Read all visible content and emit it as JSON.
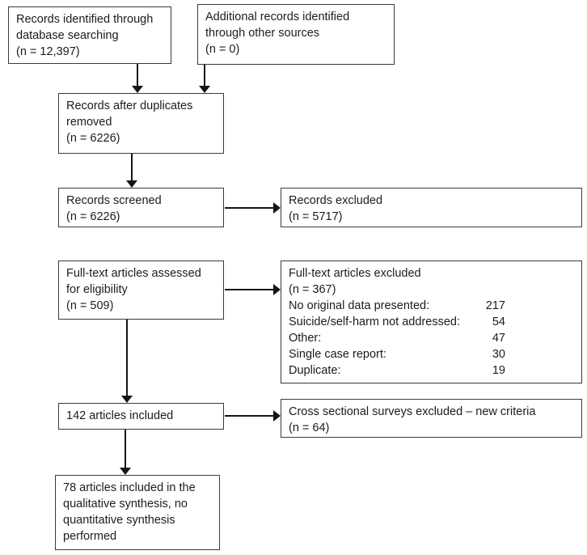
{
  "colors": {
    "background": "#ffffff",
    "box_border": "#3a3a3a",
    "text": "#1c1c1c",
    "arrow": "#151515"
  },
  "boxes": {
    "identified": {
      "text": "Records identified through\ndatabase searching\n(n = 12,397)"
    },
    "additional": {
      "text": "Additional records identified\nthrough other sources\n(n = 0)"
    },
    "after_duplicates": {
      "text": "Records after duplicates\nremoved\n(n = 6226)"
    },
    "screened": {
      "text": "Records screened\n(n = 6226)"
    },
    "records_excluded": {
      "text": "Records excluded\n(n = 5717)"
    },
    "fulltext_assessed": {
      "text": "Full-text articles assessed\nfor eligibility\n(n = 509)"
    },
    "fulltext_excluded": {
      "title": "Full-text articles excluded",
      "count": "(n = 367)",
      "reasons": [
        {
          "label": "No original data presented:",
          "value": "217"
        },
        {
          "label": "Suicide/self-harm not addressed:",
          "value": "54"
        },
        {
          "label": "Other:",
          "value": "47"
        },
        {
          "label": "Single case report:",
          "value": "30"
        },
        {
          "label": "Duplicate:",
          "value": "19"
        }
      ]
    },
    "articles_included": {
      "text": "142 articles included"
    },
    "cross_sectional_excluded": {
      "text": "Cross sectional surveys excluded – new criteria\n(n = 64)"
    },
    "qualitative_synthesis": {
      "text": "78 articles included in the\nqualitative synthesis, no\nquantitative synthesis\nperformed"
    }
  }
}
